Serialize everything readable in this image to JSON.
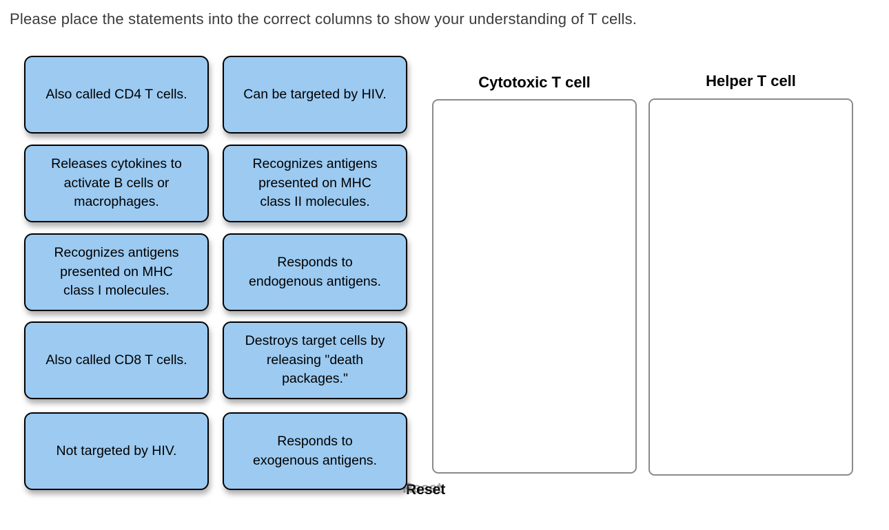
{
  "prompt": "Please place the statements into the correct columns to show your understanding of T cells.",
  "cards": [
    {
      "text": "Also called CD4 T cells."
    },
    {
      "text": "Can be targeted by HIV."
    },
    {
      "text": "Releases cytokines to\nactivate B cells or\nmacrophages."
    },
    {
      "text": "Recognizes antigens\npresented on MHC\nclass II molecules."
    },
    {
      "text": "Recognizes antigens\npresented on MHC\nclass I molecules."
    },
    {
      "text": "Responds to\nendogenous antigens."
    },
    {
      "text": "Also called CD8 T cells."
    },
    {
      "text": "Destroys target cells by\nreleasing \"death\npackages.\""
    },
    {
      "text": "Not targeted by HIV."
    },
    {
      "text": "Responds to\nexogenous antigens."
    }
  ],
  "columns": [
    {
      "label": "Cytotoxic T cell"
    },
    {
      "label": "Helper T cell"
    }
  ],
  "reset_label": "Reset",
  "colors": {
    "card_bg": "#9CCAF1",
    "card_border": "#000000",
    "dropzone_border": "#8a8a8a",
    "prompt_text": "#3b3b3b"
  }
}
